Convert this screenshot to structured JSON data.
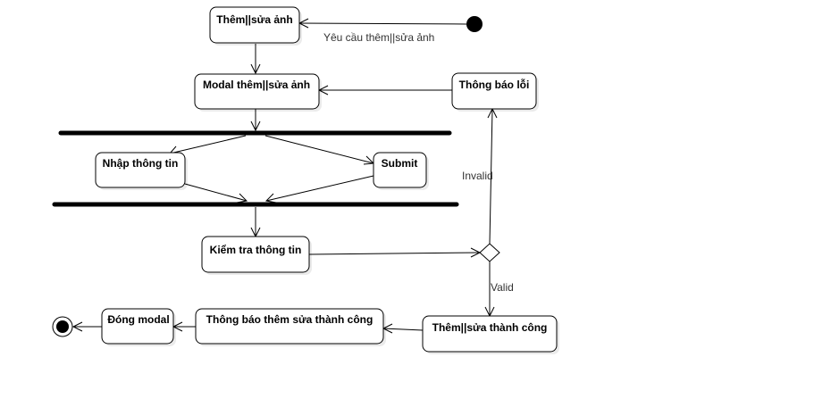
{
  "nodes": {
    "add_edit_image": "Thêm||sửa ảnh",
    "modal_add_edit_image": "Modal thêm||sửa ảnh",
    "error_notice": "Thông báo lỗi",
    "enter_info": "Nhập thông tin",
    "submit": "Submit",
    "check_info": "Kiểm tra thông tin",
    "add_edit_success": "Thêm||sửa thành công",
    "success_notice": "Thông báo thêm sửa thành công",
    "close_modal": "Đóng modal"
  },
  "edges": {
    "request_add_edit_image": "Yêu cầu thêm||sửa ảnh",
    "invalid": "Invalid",
    "valid": "Valid"
  }
}
